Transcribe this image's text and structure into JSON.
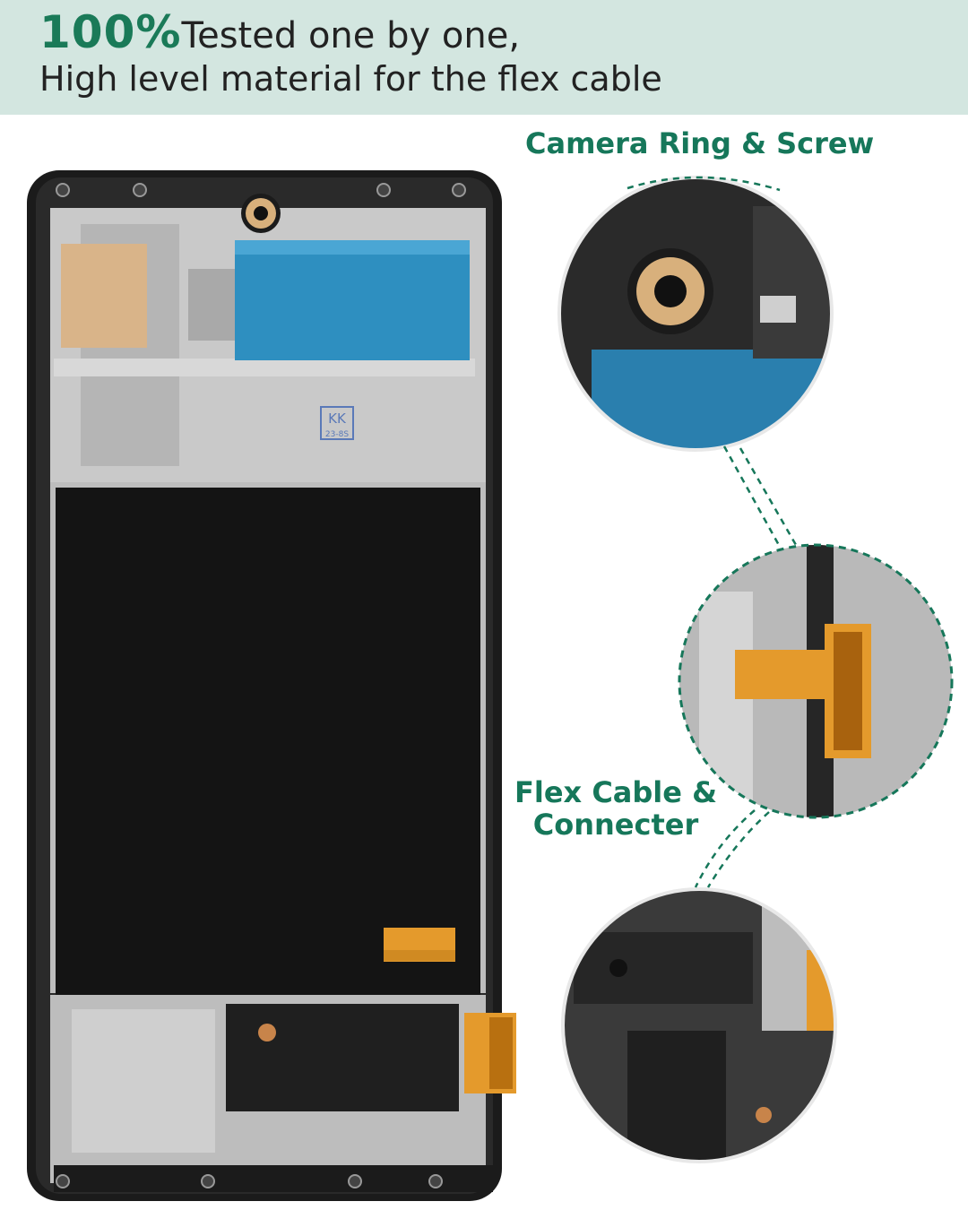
{
  "banner": {
    "highlight": "100%",
    "line1_rest": "Tested one by one,",
    "line2": "High level material for the flex cable"
  },
  "callouts": {
    "camera": "Camera Ring & Screw",
    "flex_line1": "Flex Cable &",
    "flex_line2": "Connecter"
  },
  "stamp": {
    "line1": "KK",
    "line2": "23-8S"
  },
  "colors": {
    "banner_bg": "#d3e6e0",
    "accent_green": "#16775a",
    "flex_orange": "#e49a2c",
    "tape_blue": "#2e8fc0"
  }
}
